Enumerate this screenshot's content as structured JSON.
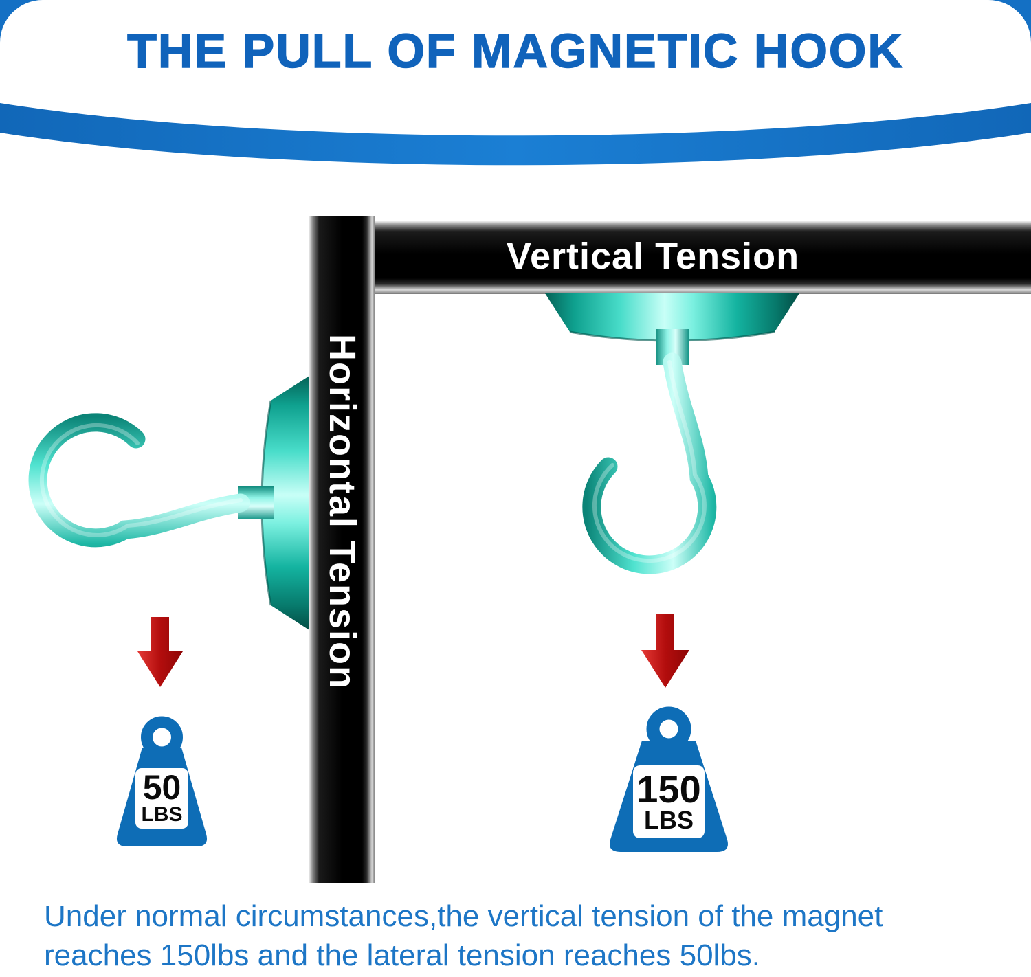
{
  "header": {
    "title": "THE PULL OF MAGNETIC HOOK"
  },
  "diagram": {
    "bars": {
      "vertical_tension_label": "Vertical Tension",
      "horizontal_tension_label": "Horizontal Tension"
    },
    "weights": {
      "lateral": {
        "value": "50",
        "unit": "LBS"
      },
      "vertical": {
        "value": "150",
        "unit": "LBS"
      }
    }
  },
  "caption": {
    "line1": "Under normal circumstances,the vertical tension of the magnet",
    "line2": "reaches 150lbs and the lateral tension reaches 50lbs."
  },
  "colors": {
    "brand_blue": "#1470c4",
    "title_blue": "#1063bb",
    "caption_blue": "#1d76c6",
    "hook_teal": "#35d6c3",
    "arrow_red": "#c1121f",
    "weight_blue": "#0e6db6",
    "bar_black": "#000000",
    "metal_silver": "#d5d5d5"
  },
  "icons": {
    "magnetic_hook_icon": "svg-teal-hook",
    "down_arrow_icon": "svg-red-down-arrow",
    "weight_icon": "svg-kettlebell-weight"
  }
}
